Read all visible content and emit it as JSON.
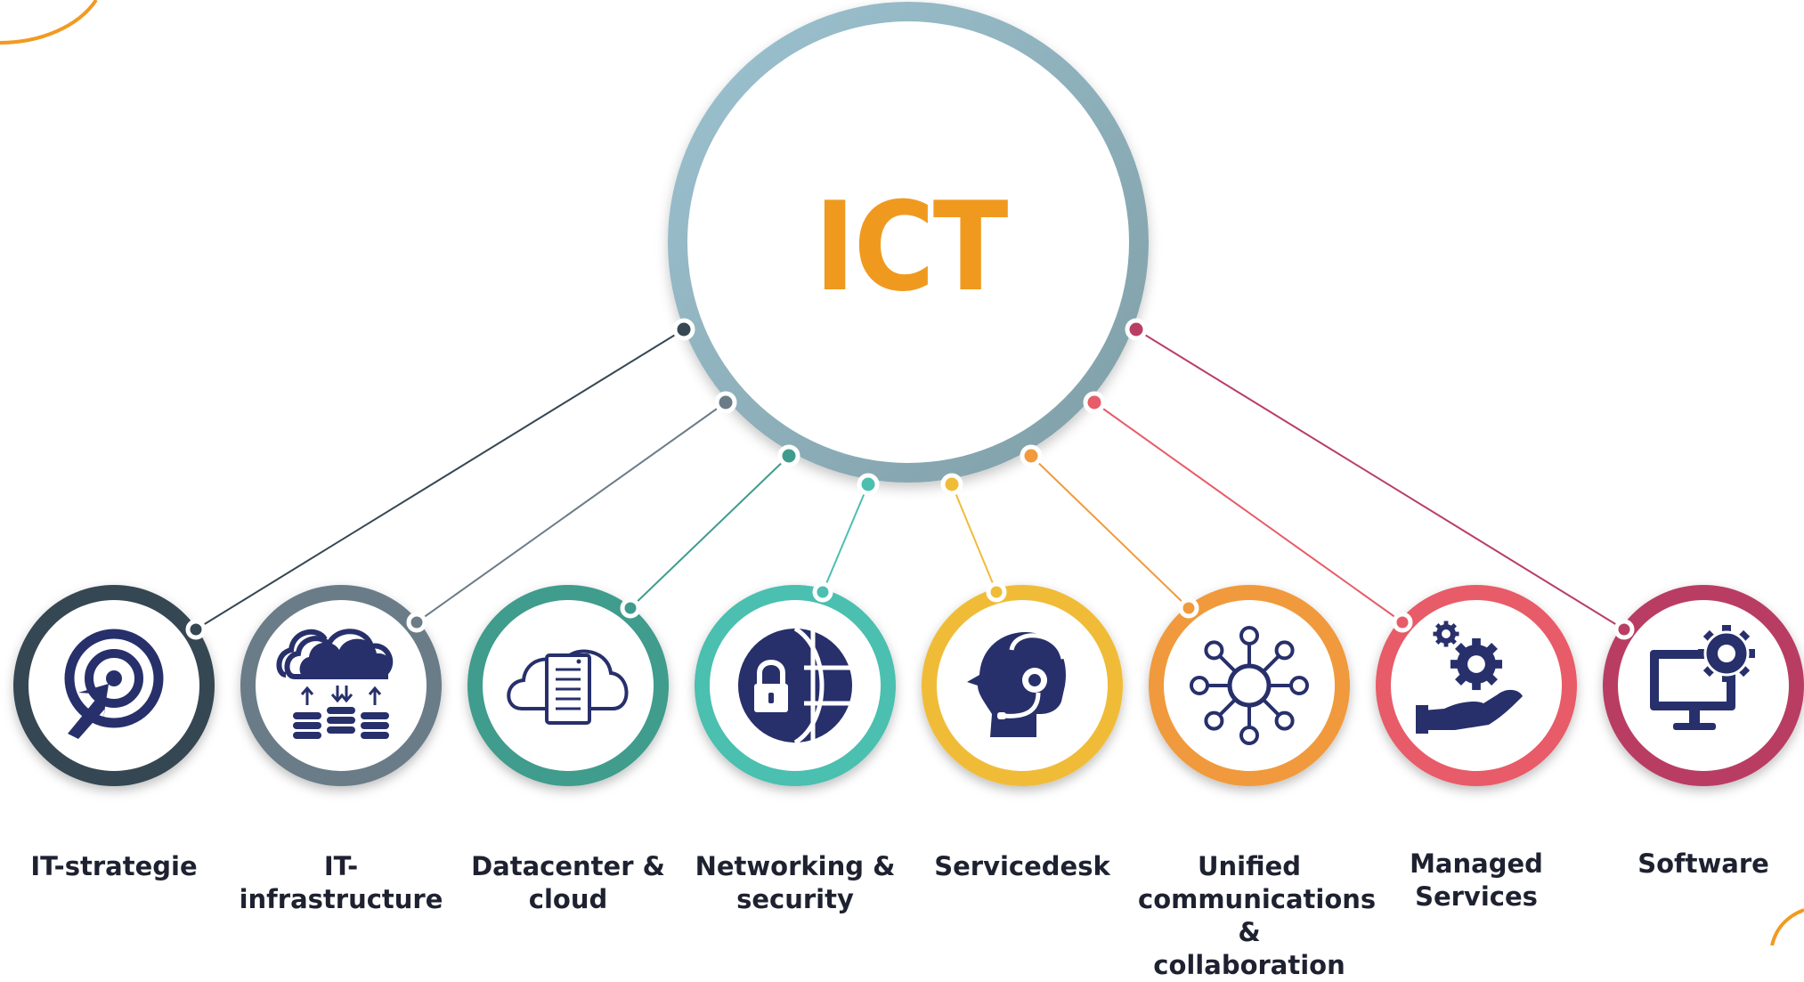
{
  "center": {
    "label": "ICT",
    "color": "#ef9a1f"
  },
  "accent_color": "#f29a20",
  "services": [
    {
      "label": "IT-strategie",
      "color": "#354752",
      "icon": "target-cursor-icon"
    },
    {
      "label": "IT-infrastructure",
      "color": "#6b7c87",
      "icon": "cloud-database-icon"
    },
    {
      "label": "Datacenter &\ncloud",
      "color": "#3f9c8c",
      "icon": "cloud-server-icon"
    },
    {
      "label": "Networking &\nsecurity",
      "color": "#4cbfb0",
      "icon": "globe-lock-icon"
    },
    {
      "label": "Servicedesk",
      "color": "#f0bc38",
      "icon": "headset-agent-icon"
    },
    {
      "label": "Unified\ncommunications\n& collaboration",
      "color": "#f09a3c",
      "icon": "network-hub-icon"
    },
    {
      "label": "Managed\nServices",
      "color": "#e75c68",
      "icon": "gear-hand-icon"
    },
    {
      "label": "Software",
      "color": "#b93e64",
      "icon": "monitor-gear-icon"
    }
  ]
}
